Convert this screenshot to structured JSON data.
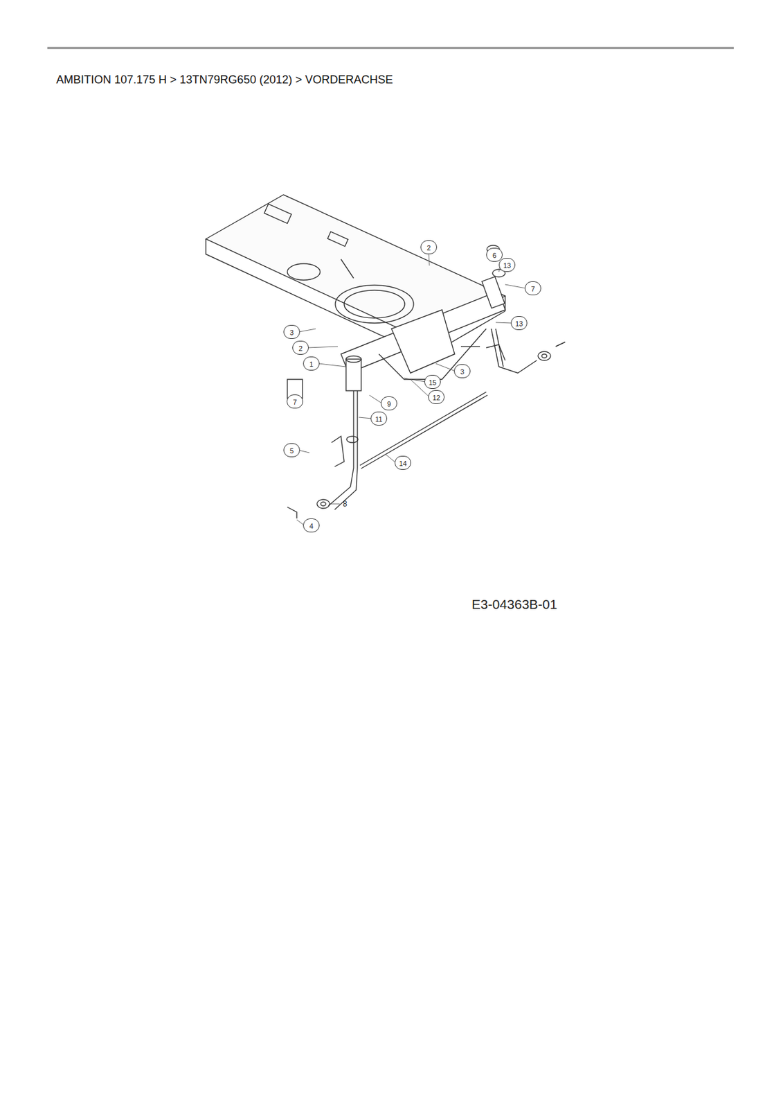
{
  "diagram": {
    "title": "AMBITION 107.175 H  >  13TN79RG650 (2012)  >  VORDERACHSE",
    "labels": [
      "2",
      "6",
      "13",
      "7",
      "13",
      "3",
      "2",
      "1",
      "3",
      "15",
      "12",
      "7",
      "9",
      "11",
      "5",
      "14",
      "8",
      "4",
      "E3-04363B-01"
    ]
  }
}
